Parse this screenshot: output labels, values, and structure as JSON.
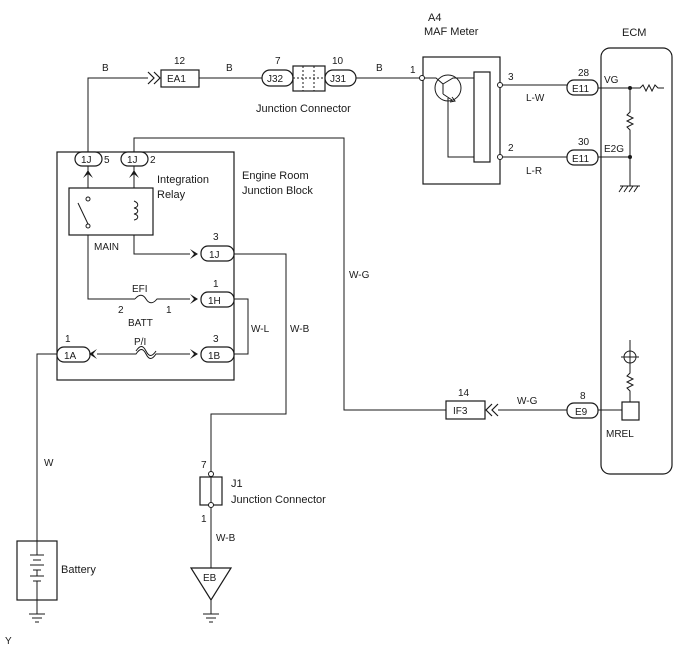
{
  "components": {
    "maf_code": "A4",
    "maf_name": "MAF Meter",
    "ecm": "ECM",
    "junction_connector": "Junction Connector",
    "integration_relay_line1": "Integration",
    "integration_relay_line2": "Relay",
    "er_block_line1": "Engine Room",
    "er_block_line2": "Junction Block",
    "main": "MAIN",
    "efi": "EFI",
    "batt": "BATT",
    "pi": "P/I",
    "j1": "J1",
    "j1_name": "Junction Connector",
    "battery": "Battery",
    "eb": "EB",
    "mrel": "MREL",
    "vg": "VG",
    "e2g": "E2G"
  },
  "connectors": {
    "ea1": "EA1",
    "j32": "J32",
    "j31": "J31",
    "e11_a": "E11",
    "e11_b": "E11",
    "e9": "E9",
    "if3": "IF3",
    "c1j_a": "1J",
    "c1j_b": "1J",
    "c1j_3": "1J",
    "c1h": "1H",
    "c1b": "1B",
    "c1a": "1A"
  },
  "pins": {
    "ea1": "12",
    "j32": "7",
    "j31": "10",
    "maf_1": "1",
    "maf_3": "3",
    "maf_2": "2",
    "e11_vg": "28",
    "e11_e2g": "30",
    "c1j_a": "5",
    "c1j_b": "2",
    "c1j_3": "3",
    "c1h": "1",
    "efi_left": "2",
    "efi_right": "1",
    "c1b": "3",
    "c1a": "1",
    "j1_top": "7",
    "j1_bottom": "1",
    "if3": "14",
    "e9": "8"
  },
  "wires": {
    "b1": "B",
    "b2": "B",
    "b3": "B",
    "lw": "L-W",
    "lr": "L-R",
    "wg_vertical": "W-G",
    "wg_if3": "W-G",
    "wl": "W-L",
    "wb_vertical": "W-B",
    "wb_j1": "W-B",
    "w_batt": "W"
  },
  "footer": {
    "corner_mark": "Y"
  }
}
